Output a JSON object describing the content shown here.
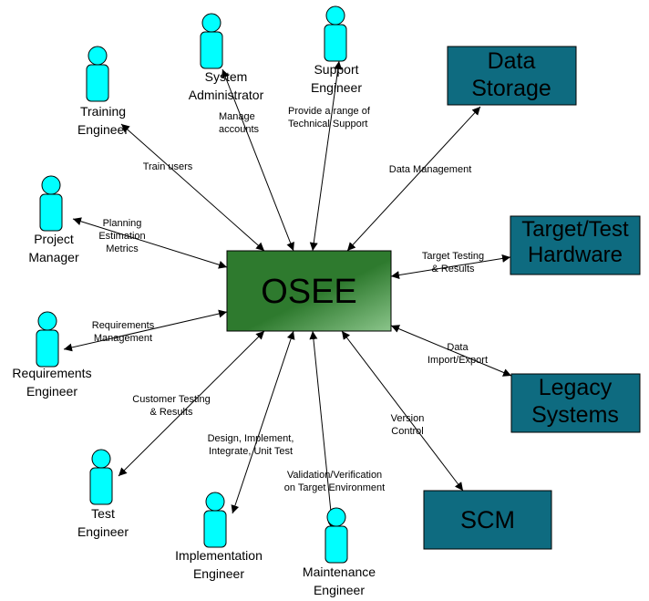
{
  "center": {
    "label": "OSEE"
  },
  "actors": [
    {
      "id": "training",
      "name_lines": [
        "Training",
        "Engineer"
      ],
      "edge_label": [
        "Train users"
      ]
    },
    {
      "id": "sysadmin",
      "name_lines": [
        "System",
        "Administrator"
      ],
      "edge_label": [
        "Manage",
        "accounts"
      ]
    },
    {
      "id": "support",
      "name_lines": [
        "Support",
        "Engineer"
      ],
      "edge_label": [
        "Provide a range of",
        "Technical Support"
      ]
    },
    {
      "id": "pm",
      "name_lines": [
        "Project",
        "Manager"
      ],
      "edge_label": [
        "Planning",
        "Estimation",
        "Metrics"
      ]
    },
    {
      "id": "req",
      "name_lines": [
        "Requirements",
        "Engineer"
      ],
      "edge_label": [
        "Requirements",
        "Management"
      ]
    },
    {
      "id": "test",
      "name_lines": [
        "Test",
        "Engineer"
      ],
      "edge_label": [
        "Customer Testing",
        "& Results"
      ]
    },
    {
      "id": "impl",
      "name_lines": [
        "Implementation",
        "Engineer"
      ],
      "edge_label": [
        "Design, Implement,",
        "Integrate, Unit Test"
      ]
    },
    {
      "id": "maint",
      "name_lines": [
        "Maintenance",
        "Engineer"
      ],
      "edge_label": [
        "Validation/Verification",
        "on Target Environment"
      ]
    }
  ],
  "systems": [
    {
      "id": "storage",
      "name_lines": [
        "Data",
        "Storage"
      ],
      "edge_label": [
        "Data Management"
      ]
    },
    {
      "id": "target",
      "name_lines": [
        "Target/Test",
        "Hardware"
      ],
      "edge_label": [
        "Target Testing",
        "& Results"
      ]
    },
    {
      "id": "legacy",
      "name_lines": [
        "Legacy",
        "Systems"
      ],
      "edge_label": [
        "Data",
        "Import/Export"
      ]
    },
    {
      "id": "scm",
      "name_lines": [
        "SCM"
      ],
      "edge_label": [
        "Version",
        "Control"
      ]
    }
  ],
  "colors": {
    "actor_fill": "#00FFFF",
    "system_fill": "#0E6B80",
    "center_dark": "#2E7A2E",
    "center_light": "#8BC58B"
  }
}
